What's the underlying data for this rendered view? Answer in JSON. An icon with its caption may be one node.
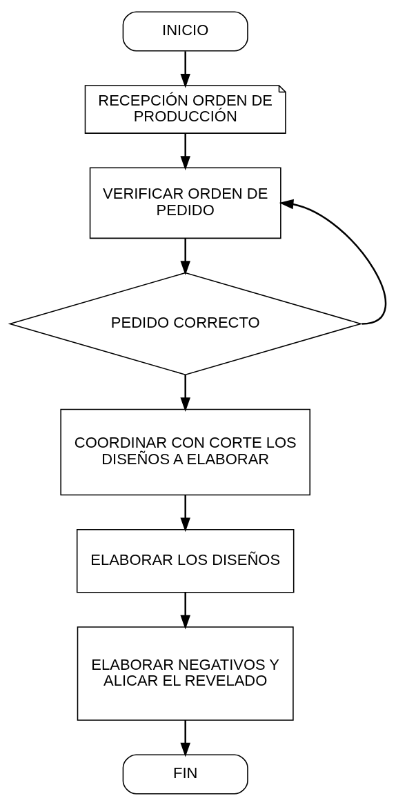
{
  "diagram": {
    "nodes": [
      {
        "text": [
          "INICIO"
        ]
      },
      {
        "text": [
          "RECEPCIÓN ORDEN DE PRODUCCIÓN"
        ]
      },
      {
        "text": [
          "VERIFICAR ORDEN DE PEDIDO"
        ]
      },
      {
        "text": [
          "PEDIDO CORRECTO"
        ]
      },
      {
        "text": [
          "COORDINAR CON CORTE LOS DISEÑOS A ELABORAR"
        ]
      },
      {
        "text": [
          "ELABORAR LOS DISEÑOS"
        ]
      },
      {
        "text": [
          "ELABORAR NEGATIVOS Y ALICAR EL REVELADO"
        ]
      },
      {
        "text": [
          "FIN"
        ]
      }
    ],
    "edges": [
      {
        "from": 0,
        "to": 1,
        "arrow": "to"
      },
      {
        "from": 1,
        "to": 2,
        "arrow": "to"
      },
      {
        "from": 2,
        "to": 3,
        "arrow": "to"
      },
      {
        "from": 3,
        "to": 4,
        "arrow": "to"
      },
      {
        "from": 3,
        "to": 2,
        "arrow": "to"
      },
      {
        "from": 4,
        "to": 5,
        "arrow": "to"
      },
      {
        "from": 5,
        "to": 6,
        "arrow": "to"
      },
      {
        "from": 6,
        "to": 7,
        "arrow": "to"
      }
    ]
  }
}
